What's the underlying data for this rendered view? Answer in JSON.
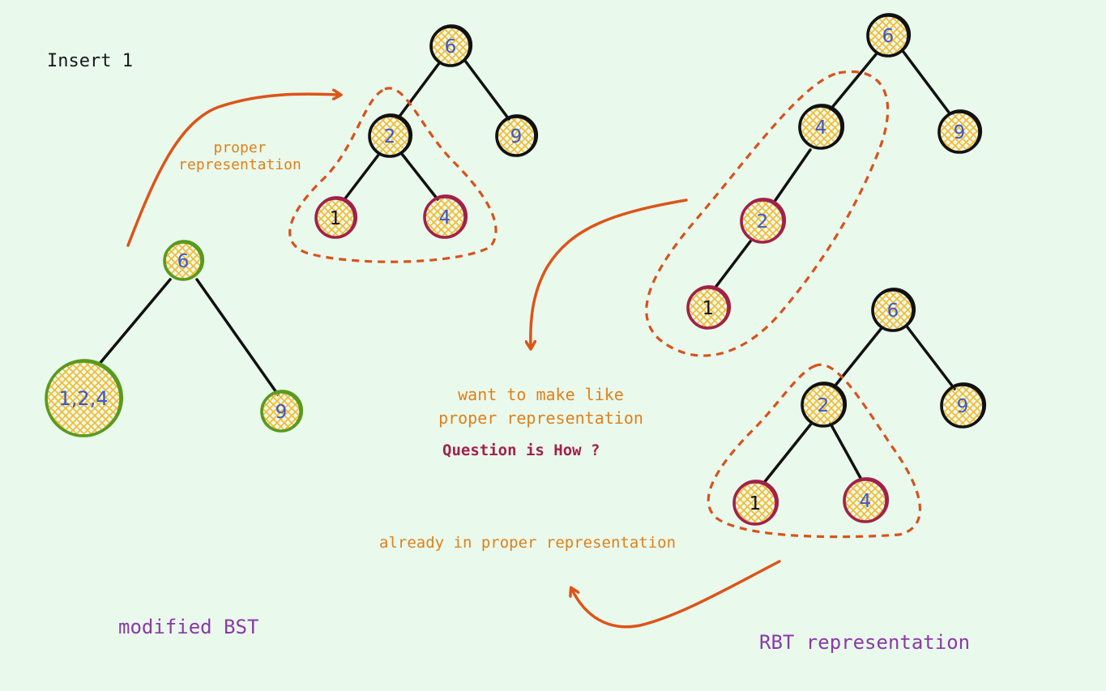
{
  "title": "Insert 1",
  "labels": {
    "proper_line1": "proper",
    "proper_line2": "representation",
    "want_line1": "want to make like",
    "want_line2": "proper representation",
    "question": "Question is How ?",
    "already": "already in proper representation",
    "modified_bst": "modified BST",
    "rbt": "RBT representation"
  },
  "colors": {
    "background": "#e9f9ec",
    "black_node": "#111111",
    "red_node": "#a0224a",
    "green_node": "#5a9a1e",
    "hatch": "#f5b82a",
    "arrow": "#dd5418",
    "dashed": "#d8521c",
    "node_text": "#3d58c9"
  },
  "trees": {
    "modified_bst": {
      "root": "6",
      "left": "1,2,4",
      "right": "9"
    },
    "proper": {
      "root": "6",
      "left": "2",
      "right": "9",
      "left_left": "1",
      "left_right": "4"
    },
    "skewed": {
      "root": "6",
      "left": "4",
      "right": "9",
      "left_left": "2",
      "left_left_left": "1"
    },
    "rbt": {
      "root": "6",
      "left": "2",
      "right": "9",
      "left_left": "1",
      "left_right": "4"
    }
  }
}
